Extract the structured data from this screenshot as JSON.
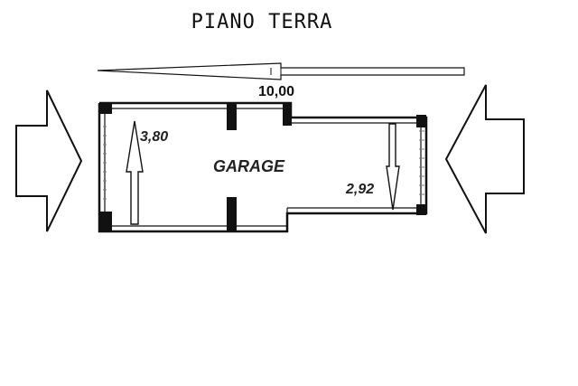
{
  "plan": {
    "title": "PIANO TERRA",
    "length_label": "10,00",
    "room_label": "GARAGE",
    "left_height_label": "3,80",
    "right_height_label": "2,92"
  },
  "colors": {
    "line": "#111111",
    "fill": "#ffffff"
  },
  "icons": {
    "left_side_arrow": "right-arrow-icon",
    "right_side_arrow": "left-arrow-icon",
    "direction_arrow": "left-arrow-icon",
    "left_slope_arrow": "up-arrow-icon",
    "right_slope_arrow": "down-arrow-icon"
  }
}
